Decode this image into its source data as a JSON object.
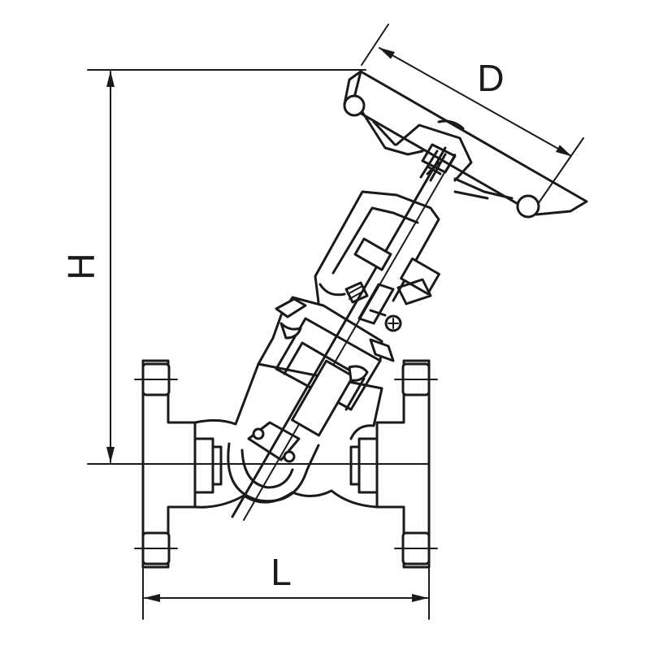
{
  "dimensions": {
    "height_label": "H",
    "length_label": "L",
    "diameter_label": "D"
  },
  "colors": {
    "line": "#1a1a1a",
    "background": "#ffffff"
  }
}
